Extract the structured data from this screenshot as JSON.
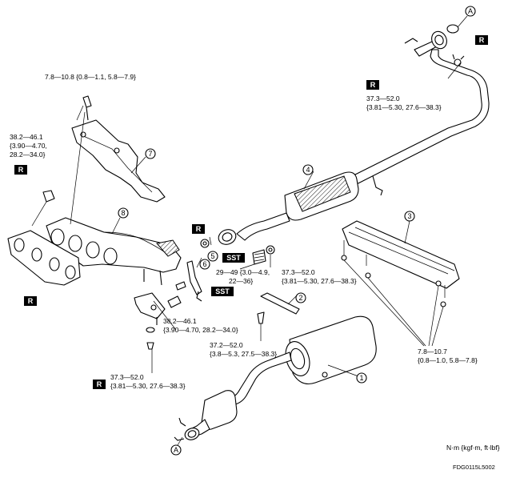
{
  "callouts": {
    "c1": "1",
    "c2": "2",
    "c3": "3",
    "c4": "4",
    "c5": "5",
    "c6": "6",
    "c7": "7",
    "c8": "8"
  },
  "badges": {
    "replace": "R",
    "sst": "SST",
    "point_a": "A"
  },
  "torques": {
    "t_stud_top_1": "7.8—10.8 {0.8—1.1, 5.8—7.9}",
    "t_manifold_nut_1": "38.2—46.1",
    "t_manifold_nut_2": "{3.90—4.70,",
    "t_manifold_nut_3": "28.2—34.0}",
    "t_front_pipe_1": "37.3—52.0",
    "t_front_pipe_2": "{3.81—5.30, 27.6—38.3}",
    "t_spring_1": "29—49 {3.0—4.9,",
    "t_spring_2": "22—36}",
    "t_flange_1": "37.3—52.0",
    "t_flange_2": "{3.81—5.30, 27.6—38.3}",
    "t_bracket_1": "38.2—46.1",
    "t_bracket_2": "{3.90—4.70, 28.2—34.0}",
    "t_stud_bottom_1": "37.3—52.0",
    "t_stud_bottom_2": "{3.81—5.30, 27.6—38.3}",
    "t_hanger_1": "37.2—52.0",
    "t_hanger_2": "{3.8—5.3, 27.5—38.3}",
    "t_insulator_1": "7.8—10.7",
    "t_insulator_2": "{0.8—1.0, 5.8—7.8}"
  },
  "units": "N·m {kgf·m, ft·lbf}",
  "figure_code": "FDG0115L5002"
}
